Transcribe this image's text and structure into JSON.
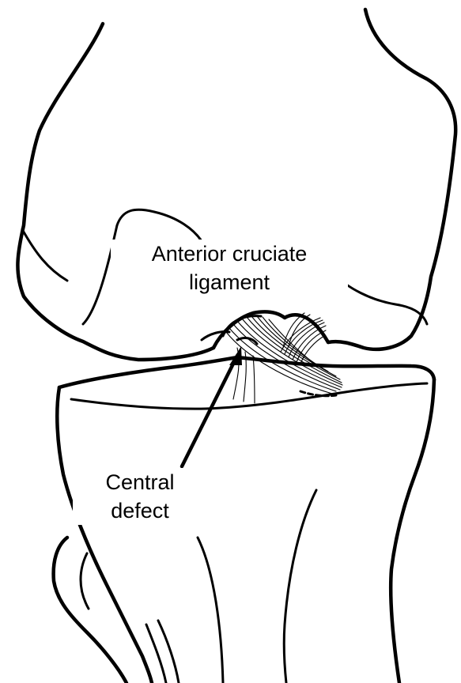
{
  "labels": {
    "acl": {
      "line1": "Anterior cruciate",
      "line2": "ligament"
    },
    "defect": {
      "line1": "Central",
      "line2": "defect"
    }
  },
  "colors": {
    "stroke": "#000000",
    "background": "#ffffff"
  }
}
